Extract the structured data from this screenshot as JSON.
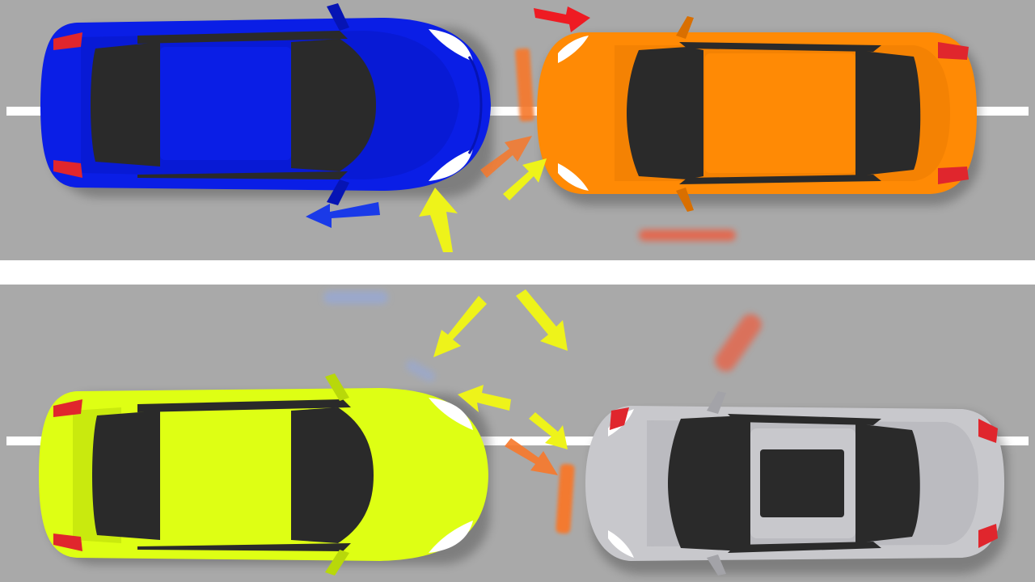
{
  "scene": {
    "road_color": "#a9a9a9",
    "lane_marking_color": "#ffffff",
    "divider_color": "#ffffff"
  },
  "cars": [
    {
      "name": "blue-car",
      "color": "#0a1ee6",
      "shade": "#0614b4"
    },
    {
      "name": "orange-car",
      "color": "#ff8a05",
      "shade": "#d96f00"
    },
    {
      "name": "yellow-car",
      "color": "#deff14",
      "shade": "#b8d80a"
    },
    {
      "name": "silver-car",
      "color": "#c8c8cc",
      "shade": "#a3a3a8"
    }
  ],
  "arrow_colors": {
    "red": "#ee1b23",
    "blue": "#1a3ae8",
    "yellow": "#eef31a",
    "orange": "#f7782a"
  },
  "icons": [
    "impact-arrow-icon",
    "motion-streak-icon"
  ]
}
